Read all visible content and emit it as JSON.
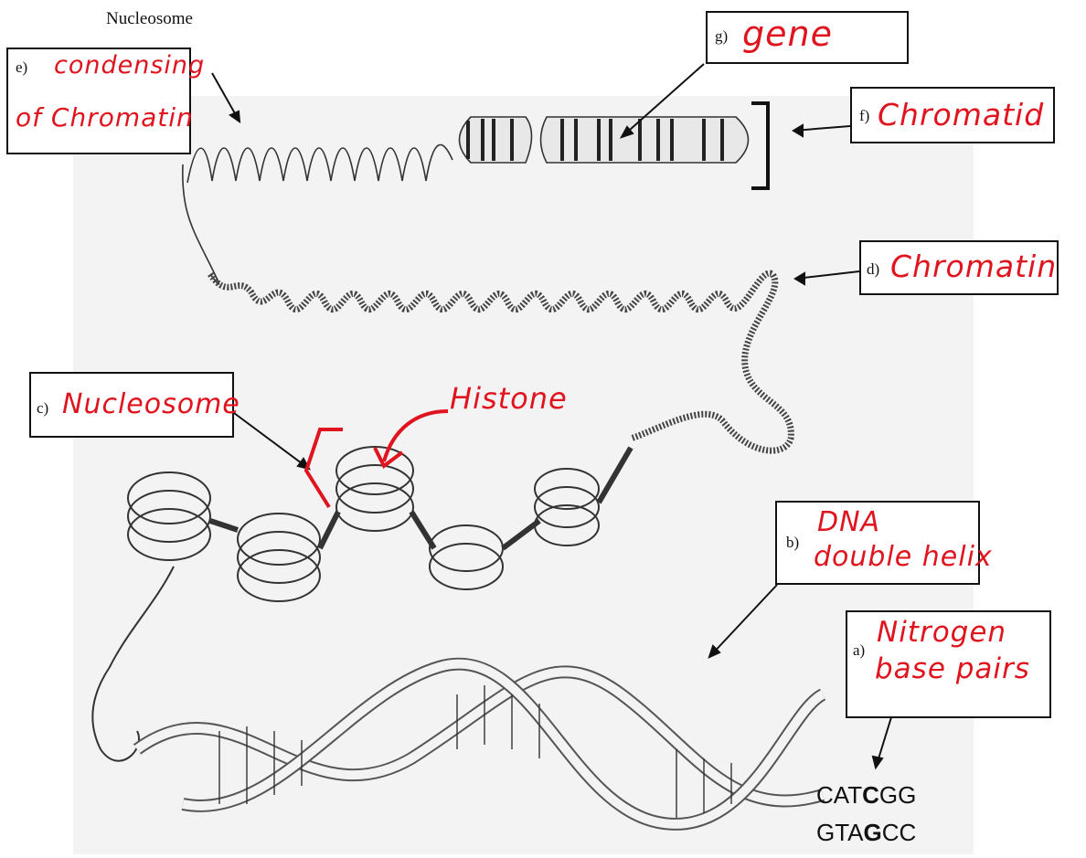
{
  "header": {
    "title": "Nucleosome"
  },
  "labels": {
    "g": {
      "letter": "g)",
      "text": "gene"
    },
    "e": {
      "letter": "e)",
      "line1": "condensing",
      "line2": "of Chromatin"
    },
    "f": {
      "letter": "f)",
      "text": "Chromatid"
    },
    "d": {
      "letter": "d)",
      "text": "Chromatin"
    },
    "c": {
      "letter": "c)",
      "text": "Nucleosome"
    },
    "histone": {
      "text": "Histone"
    },
    "b": {
      "letter": "b)",
      "line1": "DNA",
      "line2": "double helix"
    },
    "a": {
      "letter": "a)",
      "line1": "Nitrogen",
      "line2": "base pairs"
    }
  },
  "sequence": {
    "top": {
      "pre": "CAT",
      "bold": "C",
      "post": "GG"
    },
    "bottom": {
      "pre": "GTA",
      "bold": "G",
      "post": "CC"
    }
  },
  "colors": {
    "handwriting": "#e0141e",
    "ink": "#111111",
    "paper": "#f3f3f3"
  }
}
